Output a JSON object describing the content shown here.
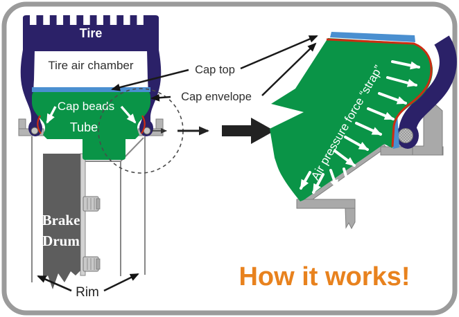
{
  "left": {
    "tire_label": "Tire",
    "air_chamber_label": "Tire air chamber",
    "cap_beads_label": "Cap beads",
    "tube_label": "Tube",
    "brake_drum_line1": "Brake",
    "brake_drum_line2": "Drum",
    "rim_label": "Rim"
  },
  "callouts": {
    "cap_top": "Cap top",
    "cap_envelope": "Cap envelope"
  },
  "right": {
    "air_pressure_label": "Air pressure force “strap”"
  },
  "caption": {
    "text": "How it works!",
    "color": "#e8821e"
  },
  "colors": {
    "tire_navy": "#2b2168",
    "tube_green": "#0a9447",
    "cap_top_blue": "#4a8fd0",
    "cap_envelope_red": "#cc2d12",
    "rim_gray": "#a9a9a9",
    "brake_drum_gray": "#5d5d5d",
    "frame_gray": "#9b9b9b",
    "caption_orange": "#e8821e"
  }
}
